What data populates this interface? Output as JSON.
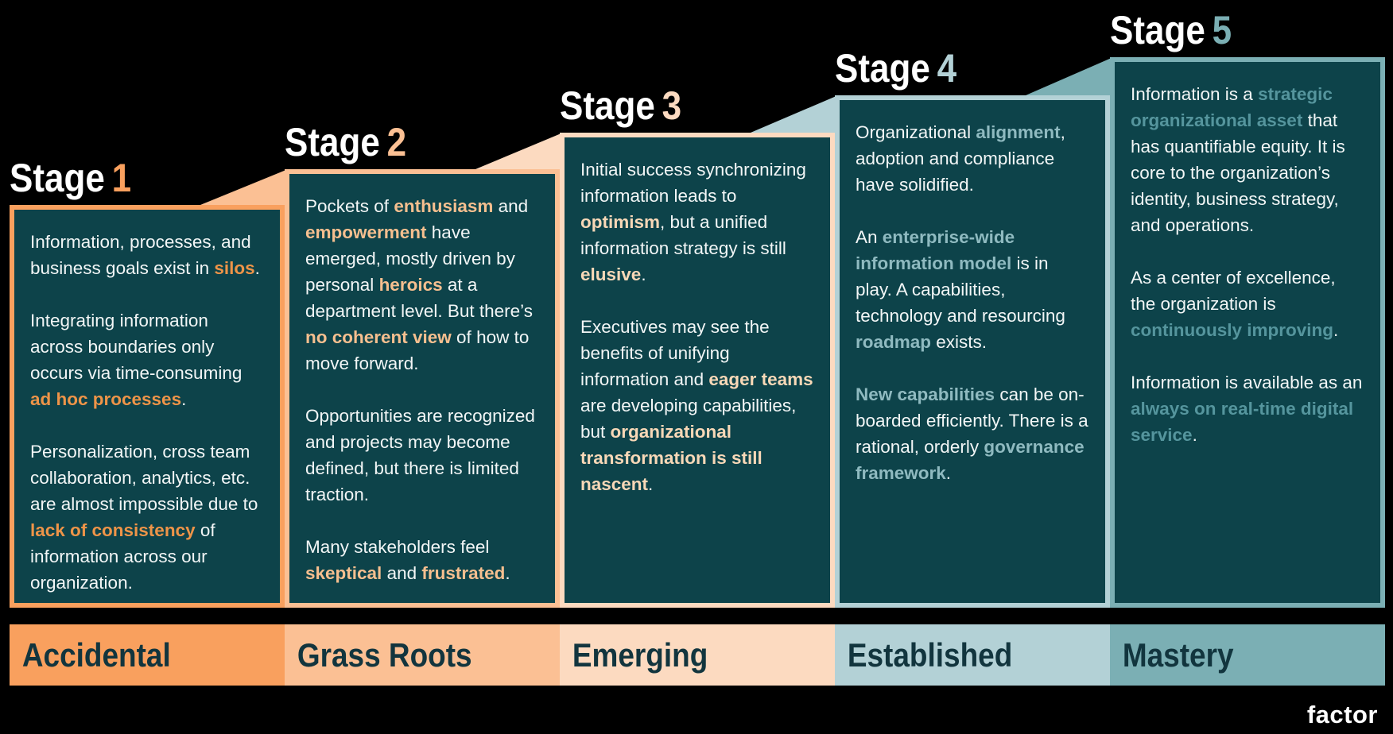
{
  "page": {
    "background": "#000000",
    "card_bg": "#0D434A",
    "body_text_color": "#F2F6F6",
    "title_color": "#FFFFFF",
    "bar_label_color": "#12353E"
  },
  "logo": {
    "text": "factor",
    "color": "#FFFFFF"
  },
  "stages": [
    {
      "title": "Stage",
      "number": "1",
      "label": "Accidental",
      "accent": "#F9A05E",
      "highlight": "#EE9448",
      "paragraphs": [
        [
          {
            "t": "Information, processes, and business goals exist in "
          },
          {
            "t": "silos",
            "b": true
          },
          {
            "t": "."
          }
        ],
        [
          {
            "t": "Integrating information across boundaries only occurs via time-consuming "
          },
          {
            "t": "ad hoc processes",
            "b": true
          },
          {
            "t": "."
          }
        ],
        [
          {
            "t": "Personalization, cross team collaboration, analytics, etc. are almost impossible due to "
          },
          {
            "t": "lack of consistency",
            "b": true
          },
          {
            "t": " of information across our organization."
          }
        ]
      ]
    },
    {
      "title": "Stage",
      "number": "2",
      "label": "Grass Roots",
      "accent": "#FBC094",
      "highlight": "#F6BF8F",
      "paragraphs": [
        [
          {
            "t": "Pockets of "
          },
          {
            "t": "enthusiasm",
            "b": true
          },
          {
            "t": " and "
          },
          {
            "t": "empowerment",
            "b": true
          },
          {
            "t": " have emerged, mostly driven by personal "
          },
          {
            "t": "heroics",
            "b": true
          },
          {
            "t": " at a department level. But there’s "
          },
          {
            "t": "no coherent view",
            "b": true
          },
          {
            "t": " of how to move forward."
          }
        ],
        [
          {
            "t": "Opportunities are recognized and projects may become defined, but there is limited traction."
          }
        ],
        [
          {
            "t": "Many stakeholders feel "
          },
          {
            "t": "skeptical",
            "b": true
          },
          {
            "t": " and "
          },
          {
            "t": "frustrated",
            "b": true
          },
          {
            "t": "."
          }
        ]
      ]
    },
    {
      "title": "Stage",
      "number": "3",
      "label": "Emerging",
      "accent": "#FCDAC0",
      "highlight": "#F8D8B7",
      "paragraphs": [
        [
          {
            "t": "Initial success synchronizing information leads to "
          },
          {
            "t": "optimism",
            "b": true
          },
          {
            "t": ", but a unified information strategy is still "
          },
          {
            "t": "elusive",
            "b": true
          },
          {
            "t": "."
          }
        ],
        [
          {
            "t": "Executives may see the benefits of unifying information and "
          },
          {
            "t": "eager teams",
            "b": true
          },
          {
            "t": " are developing capabilities, but "
          },
          {
            "t": "organizational transformation is still nascent",
            "b": true
          },
          {
            "t": "."
          }
        ]
      ]
    },
    {
      "title": "Stage",
      "number": "4",
      "label": "Established",
      "accent": "#B3D1D6",
      "highlight": "#8FBAC0",
      "paragraphs": [
        [
          {
            "t": "Organizational "
          },
          {
            "t": "alignment",
            "b": true
          },
          {
            "t": ", adoption and compliance have solidified."
          }
        ],
        [
          {
            "t": "An "
          },
          {
            "t": "enterprise-wide information model",
            "b": true
          },
          {
            "t": " is in play. A capabilities, technology and resourcing "
          },
          {
            "t": "roadmap",
            "b": true
          },
          {
            "t": " exists."
          }
        ],
        [
          {
            "t": "New capabilities",
            "b": true
          },
          {
            "t": " can be on-boarded efficiently. There is a rational, orderly "
          },
          {
            "t": "governance framework",
            "b": true
          },
          {
            "t": "."
          }
        ]
      ]
    },
    {
      "title": "Stage",
      "number": "5",
      "label": "Mastery",
      "accent": "#7BAFB4",
      "highlight": "#55959D",
      "paragraphs": [
        [
          {
            "t": "Information is a "
          },
          {
            "t": "strategic organizational asset",
            "b": true
          },
          {
            "t": " that has quantifiable equity. It is core to the organization’s identity, business strategy, and operations."
          }
        ],
        [
          {
            "t": "As a center of excellence, the organization is "
          },
          {
            "t": "continuously improving",
            "b": true
          },
          {
            "t": "."
          }
        ],
        [
          {
            "t": "Information is available as an "
          },
          {
            "t": "always on real-time digital service",
            "b": true
          },
          {
            "t": "."
          }
        ]
      ]
    }
  ]
}
